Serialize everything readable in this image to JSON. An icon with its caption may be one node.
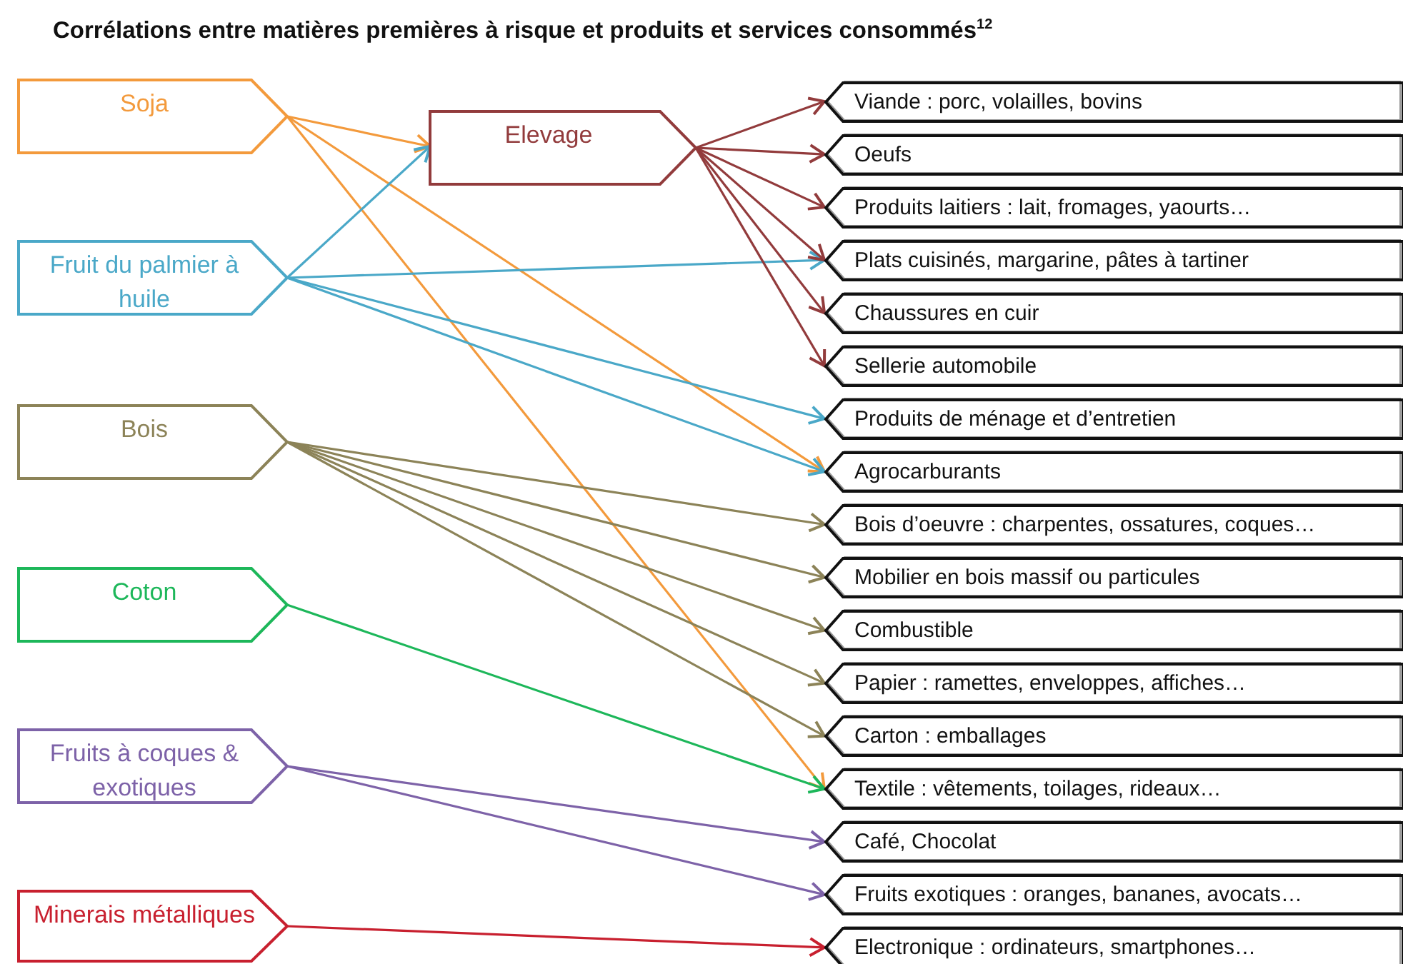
{
  "diagram": {
    "title": "Corrélations entre matières premières à risque et produits et services consommés$^{12}$",
    "nodes": [
      {
        "text": [
          "Soja"
        ]
      },
      {
        "text": [
          "Fruit du palmier à huile"
        ]
      },
      {
        "text": [
          "Bois"
        ]
      },
      {
        "text": [
          "Coton"
        ]
      },
      {
        "text": [
          "Fruits à coques & exotiques"
        ]
      },
      {
        "text": [
          "Minerais métalliques"
        ]
      },
      {
        "text": [
          "Elevage"
        ]
      },
      {
        "text": [
          "Viande : porc, volailles, bovins"
        ]
      },
      {
        "text": [
          "Oeufs"
        ]
      },
      {
        "text": [
          "Produits laitiers : lait, fromages, yaourts…"
        ]
      },
      {
        "text": [
          "Plats cuisinés, margarine, pâtes à tartiner"
        ]
      },
      {
        "text": [
          "Chaussures en cuir"
        ]
      },
      {
        "text": [
          "Sellerie automobile"
        ]
      },
      {
        "text": [
          "Produits de ménage et d’entretien"
        ]
      },
      {
        "text": [
          "Agrocarburants"
        ]
      },
      {
        "text": [
          "Bois d’oeuvre : charpentes, ossatures, coques…"
        ]
      },
      {
        "text": [
          "Mobilier en bois massif ou particules"
        ]
      },
      {
        "text": [
          "Combustible"
        ]
      },
      {
        "text": [
          "Papier : ramettes, enveloppes, affiches…"
        ]
      },
      {
        "text": [
          "Carton : emballages"
        ]
      },
      {
        "text": [
          "Textile : vêtements, toilages, rideaux…"
        ]
      },
      {
        "text": [
          "Café, Chocolat"
        ]
      },
      {
        "text": [
          "Fruits exotiques : oranges, bananes, avocats…"
        ]
      },
      {
        "text": [
          "Electronique : ordinateurs, smartphones…"
        ]
      }
    ],
    "edges": [
      {
        "from": 0,
        "to": 6,
        "arrow": "to",
        "color": "#f39a3c"
      },
      {
        "from": 0,
        "to": 14,
        "arrow": "to",
        "color": "#f39a3c"
      },
      {
        "from": 0,
        "to": 20,
        "arrow": "to",
        "color": "#f39a3c"
      },
      {
        "from": 1,
        "to": 6,
        "arrow": "to",
        "color": "#4aa8c8"
      },
      {
        "from": 1,
        "to": 10,
        "arrow": "to",
        "color": "#4aa8c8"
      },
      {
        "from": 1,
        "to": 13,
        "arrow": "to",
        "color": "#4aa8c8"
      },
      {
        "from": 1,
        "to": 14,
        "arrow": "to",
        "color": "#4aa8c8"
      },
      {
        "from": 6,
        "to": 7,
        "arrow": "to",
        "color": "#923b3c"
      },
      {
        "from": 6,
        "to": 8,
        "arrow": "to",
        "color": "#923b3c"
      },
      {
        "from": 6,
        "to": 9,
        "arrow": "to",
        "color": "#923b3c"
      },
      {
        "from": 6,
        "to": 10,
        "arrow": "to",
        "color": "#923b3c"
      },
      {
        "from": 6,
        "to": 11,
        "arrow": "to",
        "color": "#923b3c"
      },
      {
        "from": 6,
        "to": 12,
        "arrow": "to",
        "color": "#923b3c"
      },
      {
        "from": 2,
        "to": 15,
        "arrow": "to",
        "color": "#8c8358"
      },
      {
        "from": 2,
        "to": 16,
        "arrow": "to",
        "color": "#8c8358"
      },
      {
        "from": 2,
        "to": 17,
        "arrow": "to",
        "color": "#8c8358"
      },
      {
        "from": 2,
        "to": 18,
        "arrow": "to",
        "color": "#8c8358"
      },
      {
        "from": 2,
        "to": 19,
        "arrow": "to",
        "color": "#8c8358"
      },
      {
        "from": 3,
        "to": 20,
        "arrow": "to",
        "color": "#1db75a"
      },
      {
        "from": 4,
        "to": 21,
        "arrow": "to",
        "color": "#7d62a8"
      },
      {
        "from": 4,
        "to": 22,
        "arrow": "to",
        "color": "#7d62a8"
      },
      {
        "from": 5,
        "to": 23,
        "arrow": "to",
        "color": "#c8202f"
      }
    ]
  }
}
